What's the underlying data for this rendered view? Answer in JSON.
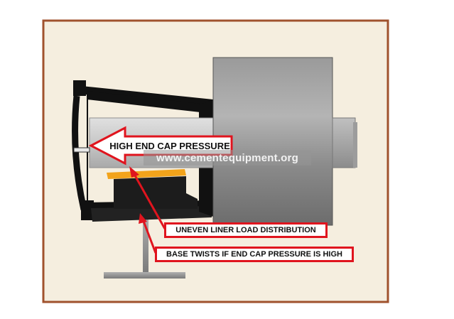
{
  "labels": {
    "end_cap_pressure": "HIGH END CAP PRESSURE",
    "uneven_liner": "UNEVEN LINER LOAD DISTRIBUTION",
    "base_twists": "BASE TWISTS IF END CAP PRESSURE IS HIGH"
  },
  "watermark": "www.cementequipment.org",
  "colors": {
    "frame_border": "#a0522d",
    "frame_fill": "#f5eedf",
    "drum": "#8a8a8a",
    "shaft": "#c8c8c8",
    "annotation_red": "#e0141e",
    "liner_orange": "#f2a31b",
    "structure_black": "#111111"
  }
}
